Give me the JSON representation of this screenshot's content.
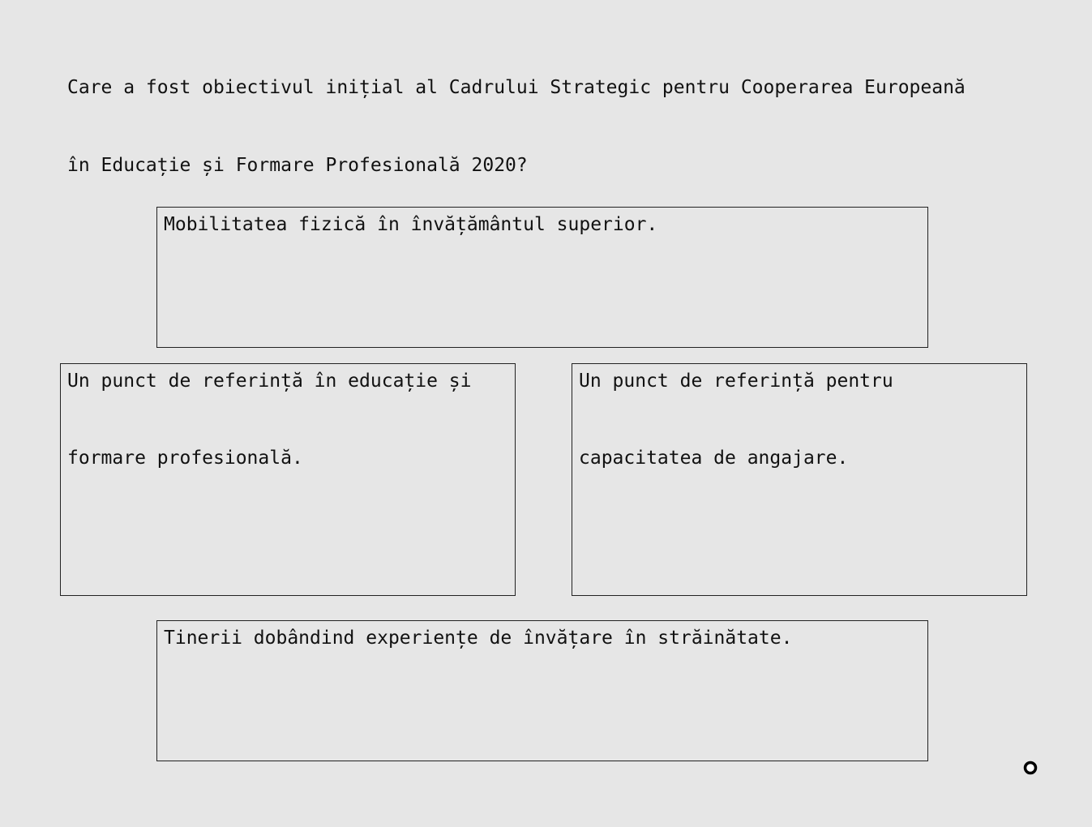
{
  "question": {
    "line1": "Care a fost obiectivul inițial al Cadrului Strategic pentru Cooperarea Europeană",
    "line2": "în Educație și Formare Profesională 2020?"
  },
  "options": {
    "a": {
      "line1": "Mobilitatea fizică în învățământul superior."
    },
    "b": {
      "line1": "Un punct de referință în educație și",
      "line2": "formare profesională."
    },
    "c": {
      "line1": "Un punct de referință pentru",
      "line2": "capacitatea de angajare."
    },
    "d": {
      "line1": "Tinerii dobândind experiențe de învățare în străinătate."
    }
  },
  "cursor": {
    "icon": "circle-cursor-icon"
  }
}
